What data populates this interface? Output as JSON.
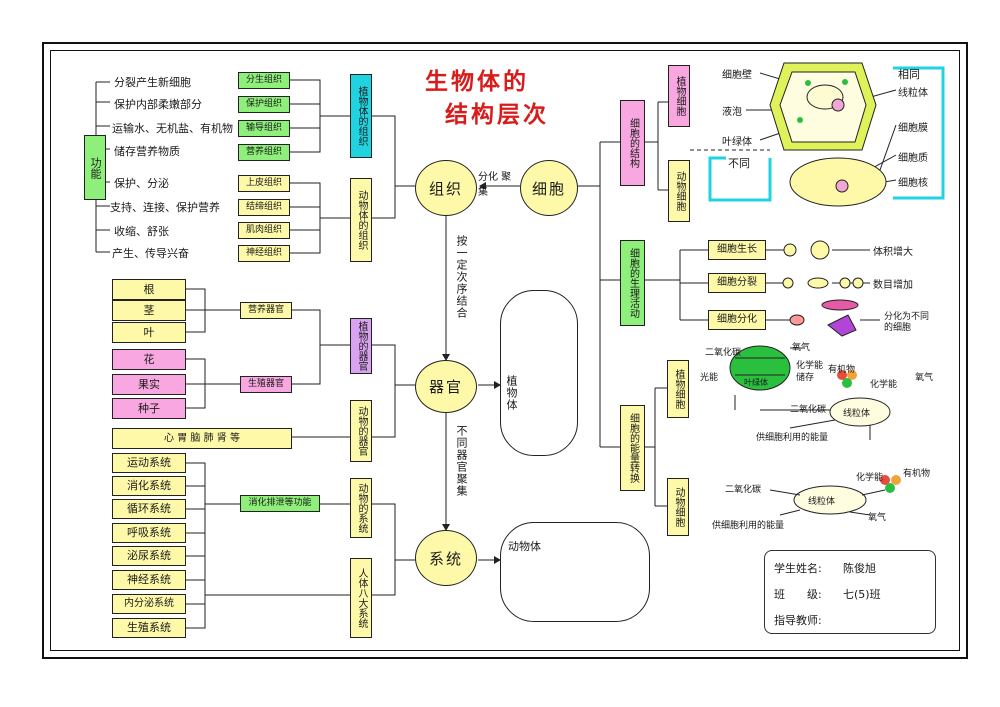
{
  "title": {
    "line1": "生物体的",
    "line2": "结构层次"
  },
  "hubs": {
    "tissue": "组织",
    "cell": "细胞",
    "organ": "器官",
    "system": "系统"
  },
  "arrows": {
    "cell_to_tissue": "分化 聚集",
    "tissue_to_organ": "按一定次序结合",
    "organ_to_system": "不同器官聚集"
  },
  "tissue_section": {
    "function_label": "功能",
    "plant_functions": [
      "分裂产生新细胞",
      "保护内部柔嫩部分",
      "运输水、无机盐、有机物",
      "储存营养物质"
    ],
    "plant_tags": [
      "分生组织",
      "保护组织",
      "输导组织",
      "营养组织"
    ],
    "plant_group": "植物体的组织",
    "animal_functions": [
      "保护、分泌",
      "支持、连接、保护营养",
      "收缩、舒张",
      "产生、传导兴奋"
    ],
    "animal_tags": [
      "上皮组织",
      "结缔组织",
      "肌肉组织",
      "神经组织"
    ],
    "animal_group": "动物体的组织"
  },
  "organ_section": {
    "nutritive_organs": [
      "根",
      "茎",
      "叶"
    ],
    "reproductive_organs": [
      "花",
      "果实",
      "种子"
    ],
    "nutritive_label": "营养器官",
    "reproductive_label": "生殖器官",
    "plant_organ_group": "植物的器官",
    "animal_organs": "心 胃 脑 肺 肾 等",
    "animal_organ_group": "动物的器官",
    "plant_body": "植物体"
  },
  "system_section": {
    "systems": [
      "运动系统",
      "消化系统",
      "循环系统",
      "呼吸系统",
      "泌尿系统",
      "神经系统",
      "内分泌系统",
      "生殖系统"
    ],
    "system_functions": "消化排泄等功能",
    "animal_system_group": "动物的系统",
    "human_body": "人体八大系统",
    "animal_body": "动物体"
  },
  "cell_section": {
    "structure_label": "细胞的结构",
    "plant_cell": "植物细胞",
    "animal_cell": "动物细胞",
    "parts_left": [
      "细胞壁",
      "液泡",
      "叶绿体"
    ],
    "parts_right": [
      "线粒体",
      "细胞膜",
      "细胞质",
      "细胞核"
    ],
    "same": "相同",
    "diff": "不同",
    "life_activity_label": "细胞的生理活动",
    "activities": [
      "细胞生长",
      "细胞分裂",
      "细胞分化"
    ],
    "results": [
      "体积增大",
      "数目增加",
      "分化为不同的细胞"
    ],
    "energy_label": "细胞的能量转换"
  },
  "energy": {
    "plant_cell": "植物细胞",
    "animal_cell": "动物细胞",
    "co2": "二氧化碳",
    "o2": "氧气",
    "light": "光能",
    "chloroplast": "叶绿体",
    "chem_store": "化学能储存",
    "organic": "有机物",
    "chem_energy": "化学能",
    "mitochondria": "线粒体",
    "cell_use": "供细胞利用的能量"
  },
  "student": {
    "name_label": "学生姓名:",
    "name_value": "陈俊旭",
    "class_label": "班　　级:",
    "class_value": "七(5)班",
    "teacher_label": "指导教师:",
    "teacher_value": ""
  },
  "colors": {
    "yellow": "#fdf9a8",
    "green": "#8ef07a",
    "purple": "#d9a3f2",
    "pink": "#f9a7e0",
    "cyan": "#1fd3e0",
    "red": "#d81c1c"
  }
}
